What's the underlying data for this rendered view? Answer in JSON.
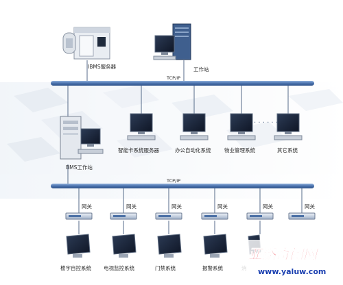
{
  "top_nodes": {
    "ibms_server_label": "IBMS服务器",
    "workstation_label": "工作站"
  },
  "bus_top_label": "TCP/IP",
  "bus_bottom_label": "TCP/IP",
  "middle_nodes": {
    "bms_workstation_label": "BMS工作站",
    "items": [
      {
        "label": "智能卡系统服务器"
      },
      {
        "label": "办公自动化系统"
      },
      {
        "label": "物业管理系统"
      },
      {
        "label": "其它系统"
      }
    ]
  },
  "gateway_label": "网关",
  "bottom_nodes": [
    {
      "label": "楼宇自控系统"
    },
    {
      "label": "电视监控系统"
    },
    {
      "label": "门禁系统"
    },
    {
      "label": "报警系统"
    },
    {
      "label": "消"
    }
  ],
  "watermark": {
    "brand": "亚路奇闻网",
    "url": "www.yaluw.com"
  },
  "colors": {
    "bus": "#5f84b8",
    "line": "#556a88",
    "text": "#2b2b2b",
    "watermark_red": "#e60012",
    "watermark_blue": "#1a3fb0"
  }
}
